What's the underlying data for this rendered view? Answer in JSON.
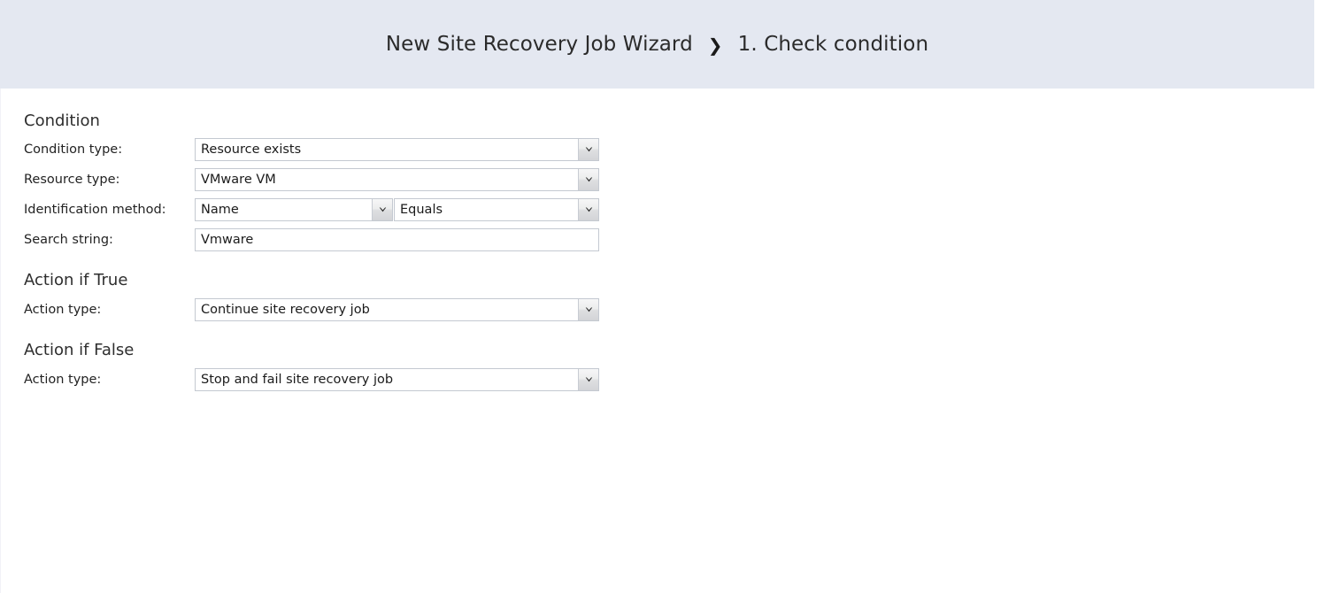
{
  "header": {
    "wizard_title": "New Site Recovery Job Wizard",
    "separator": "❯",
    "step_label": "1. Check condition",
    "background_color": "#e4e8f1"
  },
  "sections": {
    "condition": {
      "title": "Condition",
      "fields": {
        "condition_type": {
          "label": "Condition type:",
          "value": "Resource exists",
          "control": "dropdown"
        },
        "resource_type": {
          "label": "Resource type:",
          "value": "VMware VM",
          "control": "dropdown"
        },
        "identification_method": {
          "label": "Identification method:",
          "value": "Name",
          "operator_value": "Equals",
          "control": "dropdown-pair"
        },
        "search_string": {
          "label": "Search string:",
          "value": "Vmware",
          "control": "text-input"
        }
      }
    },
    "action_if_true": {
      "title": "Action if True",
      "fields": {
        "action_type": {
          "label": "Action type:",
          "value": "Continue site recovery job",
          "control": "dropdown"
        }
      }
    },
    "action_if_false": {
      "title": "Action if False",
      "fields": {
        "action_type": {
          "label": "Action type:",
          "value": "Stop and fail site recovery job",
          "control": "dropdown"
        }
      }
    }
  },
  "icons": {
    "chevron_down": "chevron-down-icon"
  },
  "colors": {
    "header_bg": "#e4e8f1",
    "body_bg": "#ffffff",
    "field_border": "#c4c9d1",
    "text": "#1b1b1b"
  }
}
